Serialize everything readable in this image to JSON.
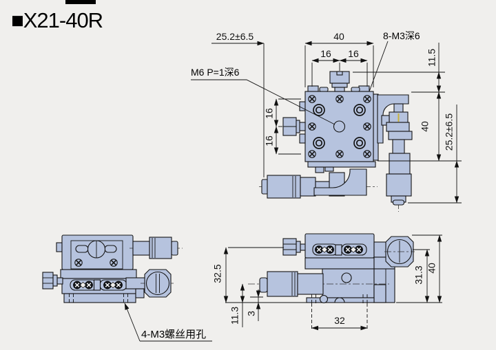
{
  "title": "■X21-40R",
  "colors": {
    "background": "#f0efed",
    "part_fill": "#b6c3de",
    "line": "#141414",
    "dim": "#111111",
    "screw_dark": "#15181d",
    "accent_slot": "#c9b33c"
  },
  "views": {
    "top": {
      "label_center_thread": "M6 P=1深6",
      "label_top_threads": "8-M3深6",
      "dim_travel_top": "25.2±6.5",
      "dim_width": "40",
      "dim_pitch_left": "16",
      "dim_pitch_right": "16",
      "dim_pitch_up": "16",
      "dim_pitch_down": "16",
      "dim_knob_height": "11.5",
      "dim_height": "40",
      "dim_travel_right": "25.2±6.5"
    },
    "front": {
      "label_mounting_holes": "4-M3螺丝用孔"
    },
    "side": {
      "dim_knob_axis_height": "32.5",
      "dim_mic_axis_height": "11.3",
      "dim_foot_height": "3",
      "dim_hole_span": "32",
      "dim_drive_axis_height": "31.3",
      "dim_total_height": "40"
    }
  }
}
